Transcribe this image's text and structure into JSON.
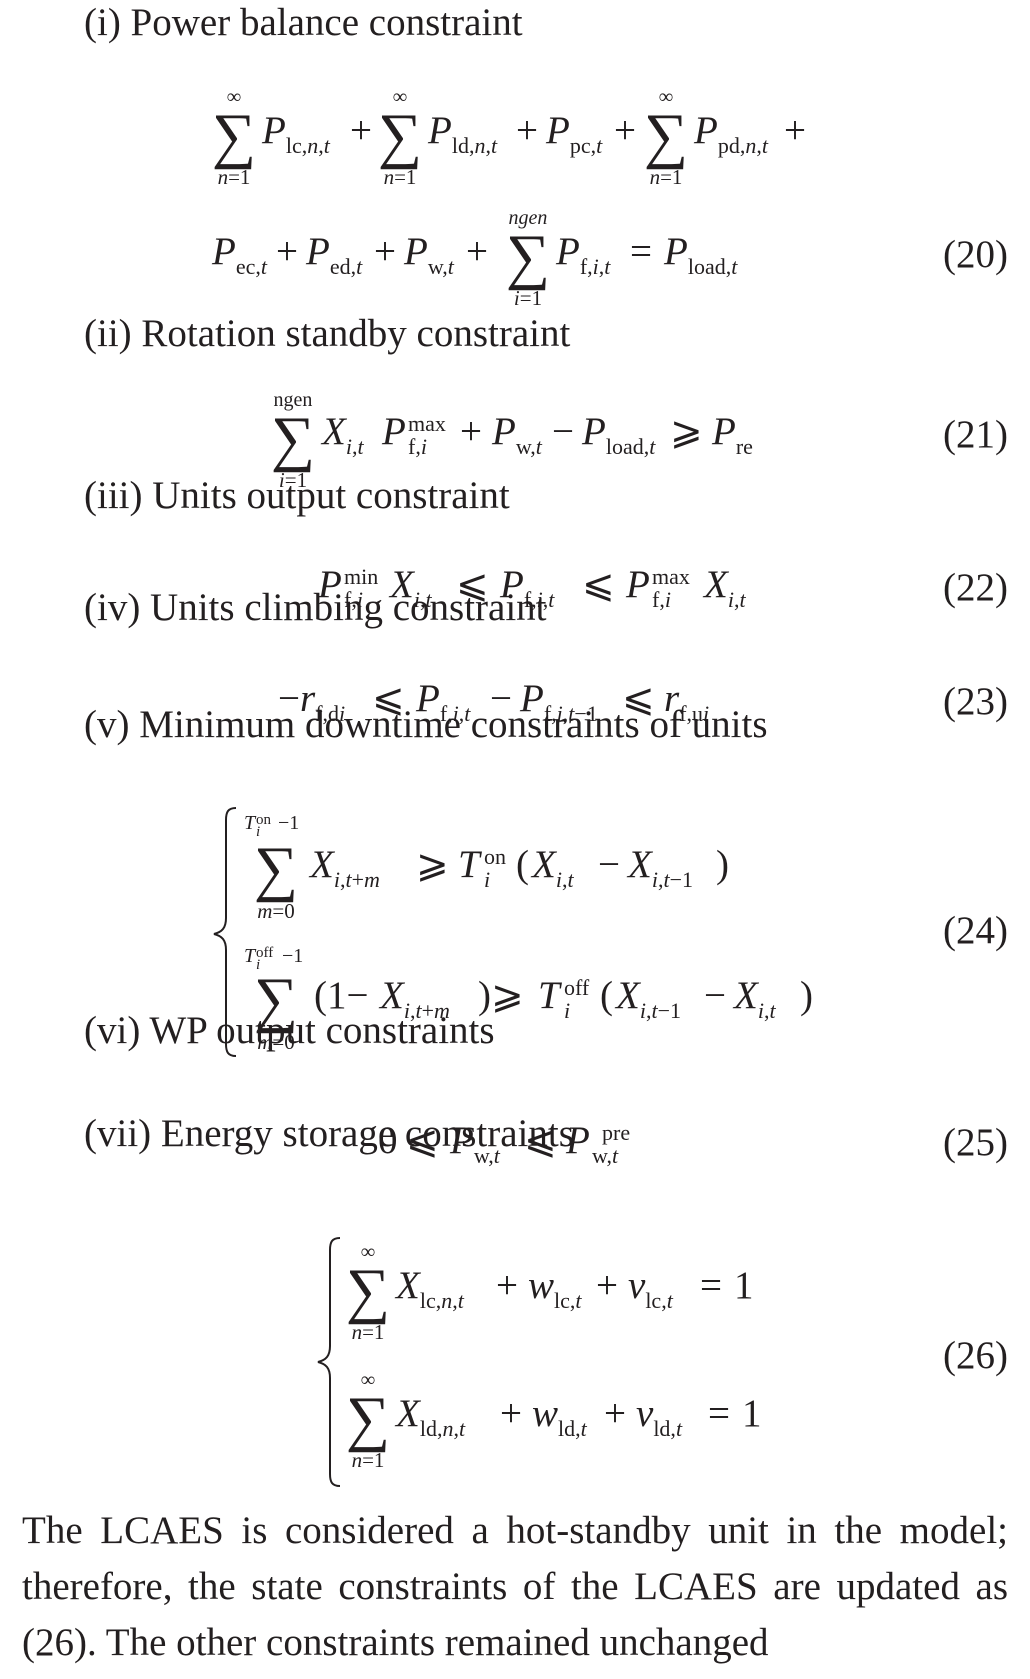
{
  "headings": {
    "h1": "(i) Power balance constraint",
    "h2": "(ii) Rotation standby constraint",
    "h3": "(iii) Units output constraint",
    "h4": "(iv) Units climbing constraint",
    "h5": "(v) Minimum downtime constraints of units",
    "h6": "(vi) WP output constraints",
    "h7": "(vii) Energy storage constraints"
  },
  "equation_numbers": {
    "e20": "(20)",
    "e21": "(21)",
    "e22": "(22)",
    "e23": "(23)",
    "e24": "(24)",
    "e25": "(25)",
    "e26": "(26)"
  },
  "paragraph": {
    "line1": "The LCAES is considered a hot-standby unit in the",
    "line2": "model; therefore, the state constraints of the LCAES are",
    "line3": "updated as (26). The other constraints remained unchanged"
  }
}
